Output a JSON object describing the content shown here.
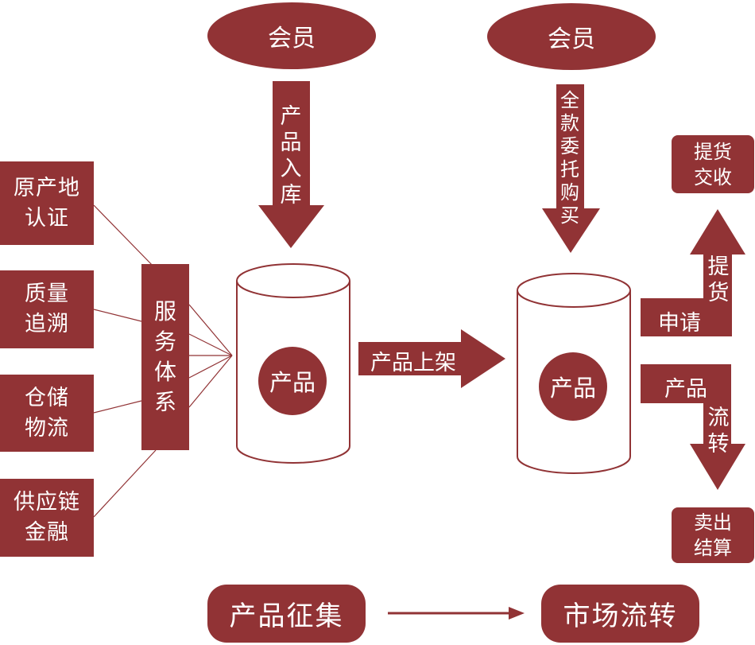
{
  "colors": {
    "primary": "#913335",
    "line": "#913335",
    "background": "#ffffff"
  },
  "members": {
    "left": "会员",
    "right": "会员"
  },
  "arrows": {
    "product_in": "产品入库",
    "full_purchase": "全款委托购买",
    "shelf": "产品上架",
    "pickup_label": "提货",
    "pickup_apply": "申请",
    "flow_top": "产品",
    "flow_vertical": "流转"
  },
  "service_system": "服务体系",
  "left_boxes": [
    {
      "line1": "原产地",
      "line2": "认证"
    },
    {
      "line1": "质量",
      "line2": "追溯"
    },
    {
      "line1": "仓储",
      "line2": "物流"
    },
    {
      "line1": "供应链",
      "line2": "金融"
    }
  ],
  "cylinders": {
    "left": "产品",
    "right": "产品"
  },
  "right_boxes": {
    "pickup": {
      "line1": "提货",
      "line2": "交收"
    },
    "sale": {
      "line1": "卖出",
      "line2": "结算"
    }
  },
  "bottom": {
    "left": "产品征集",
    "right": "市场流转"
  }
}
